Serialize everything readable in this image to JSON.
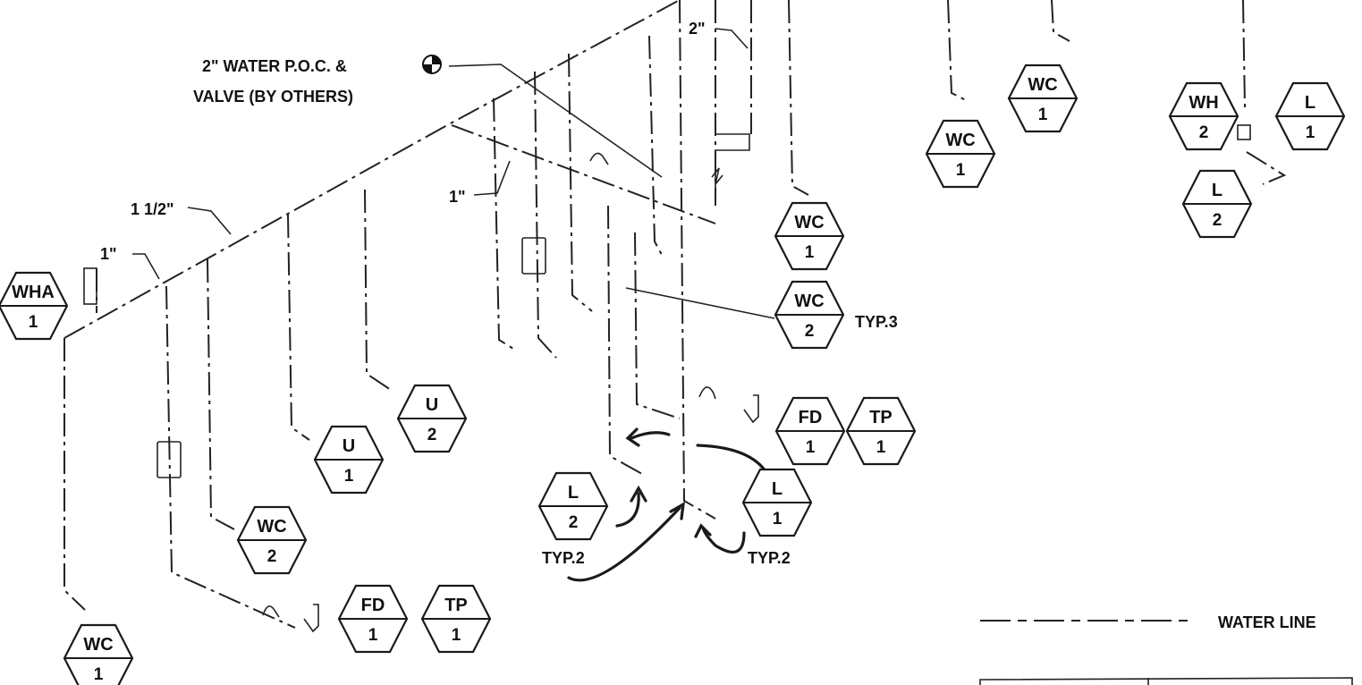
{
  "labels": {
    "water_poc": [
      "2\" WATER P.O.C. &",
      "VALVE (BY OTHERS)"
    ],
    "size_2in_top": "2\"",
    "size_1_5in": "1 1/2\"",
    "size_1in_left": "1\"",
    "size_1in_mid": "1\"",
    "typ3": "TYP.3",
    "typ2_left": "TYP.2",
    "typ2_right": "TYP.2"
  },
  "legend": {
    "water_line": "WATER LINE"
  },
  "fixtures": [
    {
      "id": "wha-1",
      "code": "WHA",
      "num": "1"
    },
    {
      "id": "wc-bottom-left",
      "code": "WC",
      "num": "1"
    },
    {
      "id": "wc-2-left",
      "code": "WC",
      "num": "2"
    },
    {
      "id": "u-1",
      "code": "U",
      "num": "1"
    },
    {
      "id": "u-2",
      "code": "U",
      "num": "2"
    },
    {
      "id": "fd-1-left",
      "code": "FD",
      "num": "1"
    },
    {
      "id": "tp-1-left",
      "code": "TP",
      "num": "1"
    },
    {
      "id": "l-2-mid",
      "code": "L",
      "num": "2"
    },
    {
      "id": "l-1-mid",
      "code": "L",
      "num": "1"
    },
    {
      "id": "fd-1-mid",
      "code": "FD",
      "num": "1"
    },
    {
      "id": "tp-1-mid",
      "code": "TP",
      "num": "1"
    },
    {
      "id": "wc-1-mid",
      "code": "WC",
      "num": "1"
    },
    {
      "id": "wc-2-mid",
      "code": "WC",
      "num": "2"
    },
    {
      "id": "wc-1-upper-a",
      "code": "WC",
      "num": "1"
    },
    {
      "id": "wc-1-upper-b",
      "code": "WC",
      "num": "1"
    },
    {
      "id": "wh-2",
      "code": "WH",
      "num": "2"
    },
    {
      "id": "l-1-right",
      "code": "L",
      "num": "1"
    },
    {
      "id": "l-2-right",
      "code": "L",
      "num": "2"
    }
  ]
}
